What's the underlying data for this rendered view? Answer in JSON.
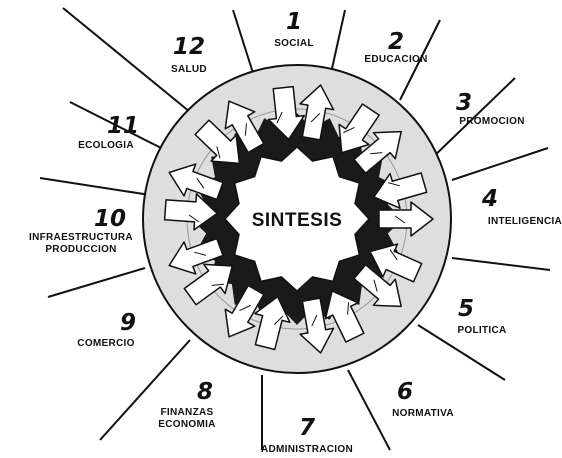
{
  "center": {
    "label": "SINTESIS"
  },
  "sectors": [
    {
      "number": "1",
      "lines": [
        "SOCIAL"
      ]
    },
    {
      "number": "2",
      "lines": [
        "EDUCACION"
      ]
    },
    {
      "number": "3",
      "lines": [
        "PROMOCION"
      ]
    },
    {
      "number": "4",
      "lines": [
        "INTELIGENCIA"
      ]
    },
    {
      "number": "5",
      "lines": [
        "POLITICA"
      ]
    },
    {
      "number": "6",
      "lines": [
        "NORMATIVA"
      ]
    },
    {
      "number": "7",
      "lines": [
        "ADMINISTRACION"
      ]
    },
    {
      "number": "8",
      "lines": [
        "FINANZAS",
        "ECONOMIA"
      ]
    },
    {
      "number": "9",
      "lines": [
        "COMERCIO"
      ]
    },
    {
      "number": "10",
      "lines": [
        "INFRAESTRUCTURA",
        "PRODUCCION"
      ]
    },
    {
      "number": "11",
      "lines": [
        "ECOLOGIA"
      ]
    },
    {
      "number": "12",
      "lines": [
        "SALUD"
      ]
    }
  ],
  "colors": {
    "ink": "#111111",
    "disc": "#dedede",
    "gear": "#1a1a1a",
    "center": "#ffffff",
    "arrow_fill": "#ffffff"
  }
}
